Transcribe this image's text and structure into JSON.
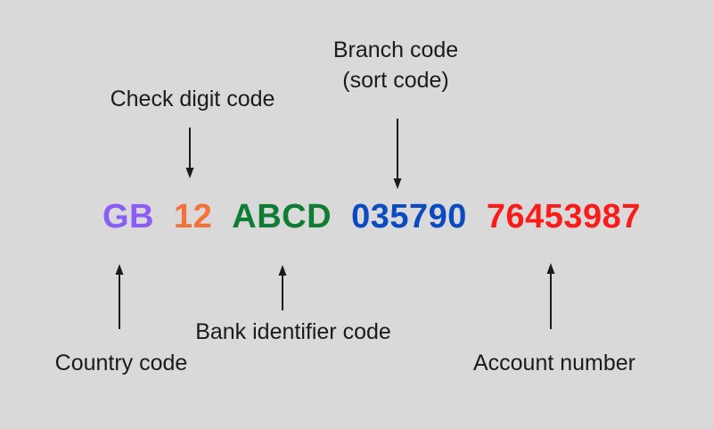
{
  "page": {
    "background": "#D9D9D9",
    "text_color": "#1B1B1B"
  },
  "iban": {
    "segments": [
      {
        "name": "country-code",
        "text": "GB",
        "color": "#8B5CF6"
      },
      {
        "name": "check-digit",
        "text": "12",
        "color": "#F4713C"
      },
      {
        "name": "bank-identifier",
        "text": "ABCD",
        "color": "#0E7D33"
      },
      {
        "name": "branch-code",
        "text": "035790",
        "color": "#0C4AC2"
      },
      {
        "name": "account-number",
        "text": "76453987",
        "color": "#FA1B1B"
      }
    ]
  },
  "labels": {
    "check_digit": "Check digit code",
    "branch_line1": "Branch code",
    "branch_line2": "(sort code)",
    "country": "Country code",
    "bank_identifier": "Bank identifier code",
    "account": "Account number"
  },
  "icons": {
    "arrow_down": "down-arrow",
    "arrow_up": "up-arrow"
  }
}
